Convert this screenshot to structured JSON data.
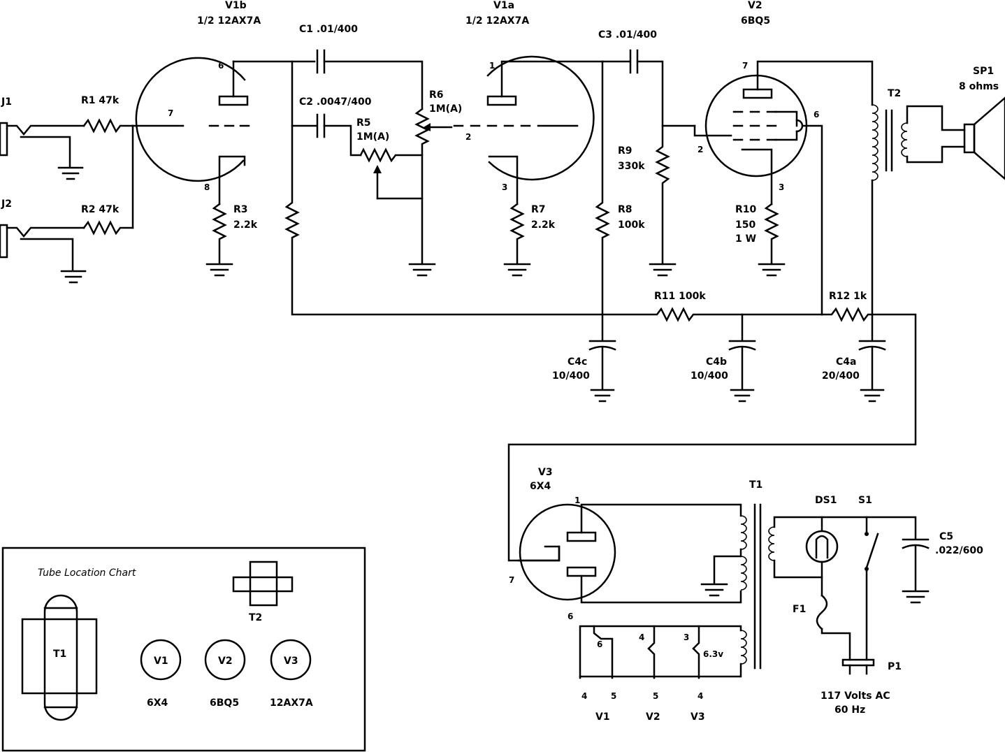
{
  "diagram": {
    "tubes": {
      "v1b": {
        "ref": "V1b",
        "type": "1/2 12AX7A",
        "pins": {
          "plate": "6",
          "grid": "7",
          "cathode": "8"
        }
      },
      "v1a": {
        "ref": "V1a",
        "type": "1/2 12AX7A",
        "pins": {
          "plate": "1",
          "grid": "2",
          "cathode": "3"
        }
      },
      "v2": {
        "ref": "V2",
        "type": "6BQ5",
        "pins": {
          "plate": "7",
          "grid": "2",
          "screen": "6",
          "cathode": "3"
        }
      },
      "v3": {
        "ref": "V3",
        "type": "6X4",
        "pins": {
          "plate_top": "1",
          "cathode": "7",
          "plate_bottom": "6"
        }
      }
    },
    "jacks": {
      "j1": "J1",
      "j2": "J2"
    },
    "resistors": {
      "r1": "R1 47k",
      "r2": "R2 47k",
      "r3_ref": "R3",
      "r3_val": "2.2k",
      "r5_ref": "R5",
      "r5_val": "1M(A)",
      "r6_ref": "R6",
      "r6_val": "1M(A)",
      "r7_ref": "R7",
      "r7_val": "2.2k",
      "r8_ref": "R8",
      "r8_val": "100k",
      "r9_ref": "R9",
      "r9_val": "330k",
      "r10_ref": "R10",
      "r10_val": "150",
      "r10_power": "1 W",
      "r11": "R11 100k",
      "r12": "R12 1k"
    },
    "capacitors": {
      "c1": "C1 .01/400",
      "c2": "C2 .0047/400",
      "c3": "C3 .01/400",
      "c4a_ref": "C4a",
      "c4a_val": "20/400",
      "c4b_ref": "C4b",
      "c4b_val": "10/400",
      "c4c_ref": "C4c",
      "c4c_val": "10/400",
      "c5_ref": "C5",
      "c5_val": ".022/600"
    },
    "transformers": {
      "t1": "T1",
      "t2": "T2"
    },
    "speaker": {
      "ref": "SP1",
      "impedance": "8 ohms"
    },
    "power": {
      "ds1": "DS1",
      "s1": "S1",
      "f1": "F1",
      "p1": "P1",
      "mains_voltage": "117 Volts AC",
      "mains_freq": "60 Hz"
    },
    "heaters": {
      "voltage": "6.3v",
      "inner_pins": [
        "6",
        "4",
        "3"
      ],
      "bottom_pins": [
        "4",
        "5",
        "5",
        "4"
      ],
      "bottom_tubes": [
        "V1",
        "V2",
        "V3"
      ]
    },
    "tube_chart": {
      "title": "Tube Location Chart",
      "t1": "T1",
      "t2": "T2",
      "sockets": [
        "V1",
        "V2",
        "V3"
      ],
      "types": [
        "6X4",
        "6BQ5",
        "12AX7A"
      ]
    }
  }
}
